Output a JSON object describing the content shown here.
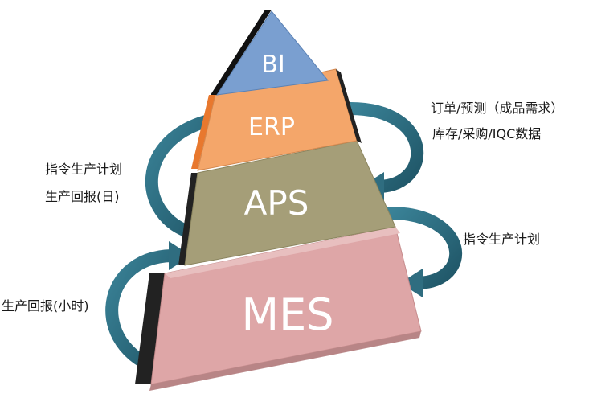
{
  "pyramid": {
    "tiers": [
      {
        "id": "bi",
        "label": "BI",
        "color": "#7a9fd0"
      },
      {
        "id": "erp",
        "label": "ERP",
        "color": "#f4a66a"
      },
      {
        "id": "aps",
        "label": "APS",
        "color": "#a59e78"
      },
      {
        "id": "mes",
        "label": "MES",
        "color": "#dea6a7"
      }
    ]
  },
  "annotations": {
    "erp_right_line1": "订单/预测（成品需求）",
    "erp_right_line2": "库存/采购/IQC数据",
    "aps_left_line1": "指令生产计划",
    "aps_left_line2": "生产回报(日)",
    "mes_right": "指令生产计划",
    "mes_left": "生产回报(小时)"
  },
  "colors": {
    "arrow": "#2f6d80",
    "arrow_dark": "#1f4f5e",
    "edge_dark": "#222222",
    "edge_orange": "#e8782e"
  }
}
